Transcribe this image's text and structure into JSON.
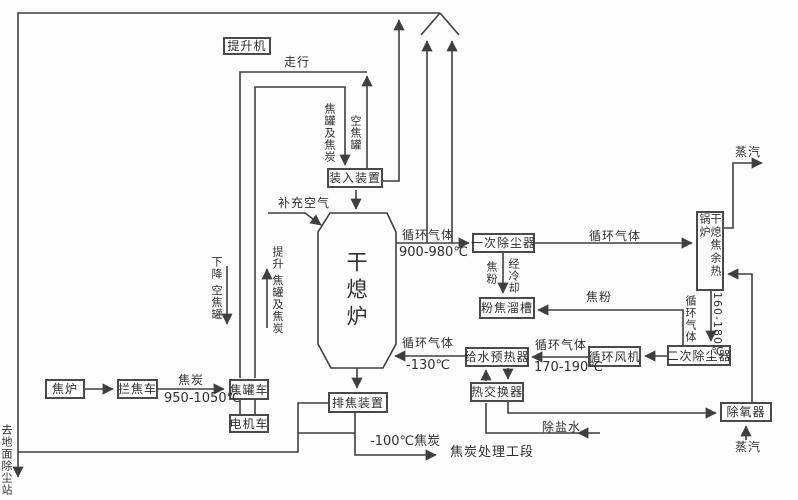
{
  "colors": {
    "background": "#fdfdfd",
    "line": "#3f3f3f",
    "box_border": "#4a4a4a",
    "text": "#2f2f2f"
  },
  "boxes": {
    "hoister": {
      "label": "提升机"
    },
    "charging_device": {
      "label": "装入装置"
    },
    "furnace": {
      "label": "干熄炉"
    },
    "primary_dust_collector": {
      "label": "一次除尘器"
    },
    "powder_coke_chute": {
      "label": "粉焦溜槽"
    },
    "feedwater_preheater": {
      "label": "给水预热器"
    },
    "heat_exchanger": {
      "label": "热交换器"
    },
    "coke_discharger": {
      "label": "排焦装置"
    },
    "coke_oven": {
      "label": "焦炉"
    },
    "coke_guide_car": {
      "label": "拦焦车"
    },
    "coke_tank_car": {
      "label": "焦罐车"
    },
    "electric_locomotive": {
      "label": "电机车"
    },
    "waste_heat_boiler": {
      "label": "干熄焦余热锅炉"
    },
    "secondary_dust_collector": {
      "label": "二次除尘器"
    },
    "circulation_fan": {
      "label": "循环风机"
    },
    "deaerator": {
      "label": "除氧器"
    }
  },
  "labels": {
    "travel": "走行",
    "full_tank": "焦罐及焦炭",
    "empty_tank": "空焦罐",
    "makeup_air": "补充空气",
    "circ_gas_hot": "循环气体",
    "temp_hot": "900-980℃",
    "circ_gas_to_boiler": "循环气体",
    "coke_powder_vertical": "焦粉",
    "cooled": "经冷却",
    "coke_powder": "焦粉",
    "circ_gas_down": "循环气体",
    "temp_160_180": "160-180℃",
    "circ_gas_mid": "循环气体",
    "temp_170_190": "170-190℃",
    "circ_gas_cold": "循环气体",
    "temp_minus_130": "-130℃",
    "steam_top": "蒸汽",
    "steam_bottom": "蒸汽",
    "demineralized_water": "除盐水",
    "cold_coke": "-100℃焦炭",
    "coke_processing_section": "焦炭处理工段",
    "coke": "焦炭",
    "temp_950_1050": "950-1050℃",
    "descend_empty_tank": "下降 空焦罐",
    "lift_full_tank": "提升 焦罐及焦炭",
    "to_ground_dust_station": "去地面除尘站"
  }
}
